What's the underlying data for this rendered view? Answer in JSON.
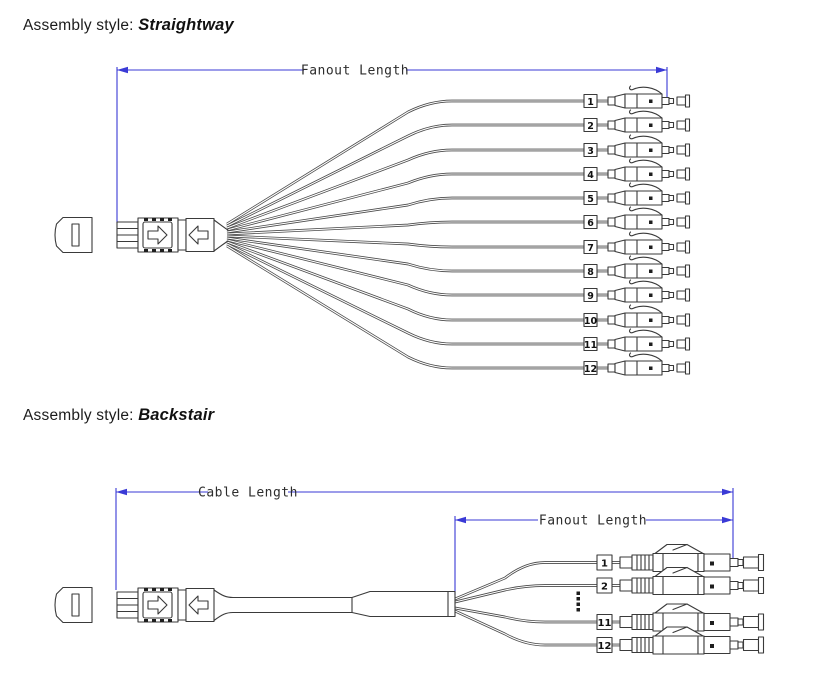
{
  "colors": {
    "background": "#ffffff",
    "dimension_blue": "#3a3ad6",
    "drawing_line": "#3a3a3a",
    "title_text": "#1c1c1c"
  },
  "straightway": {
    "title_prefix": "Assembly style: ",
    "title_name": "Straightway",
    "fanout_dimension_label": "Fanout Length",
    "connector_numbers": [
      "1",
      "2",
      "3",
      "4",
      "5",
      "6",
      "7",
      "8",
      "9",
      "10",
      "11",
      "12"
    ]
  },
  "backstair": {
    "title_prefix": "Assembly style: ",
    "title_name": "Backstair",
    "cable_dimension_label": "Cable Length",
    "fanout_dimension_label": "Fanout Length",
    "connector_numbers": [
      "1",
      "2",
      "11",
      "12"
    ]
  }
}
